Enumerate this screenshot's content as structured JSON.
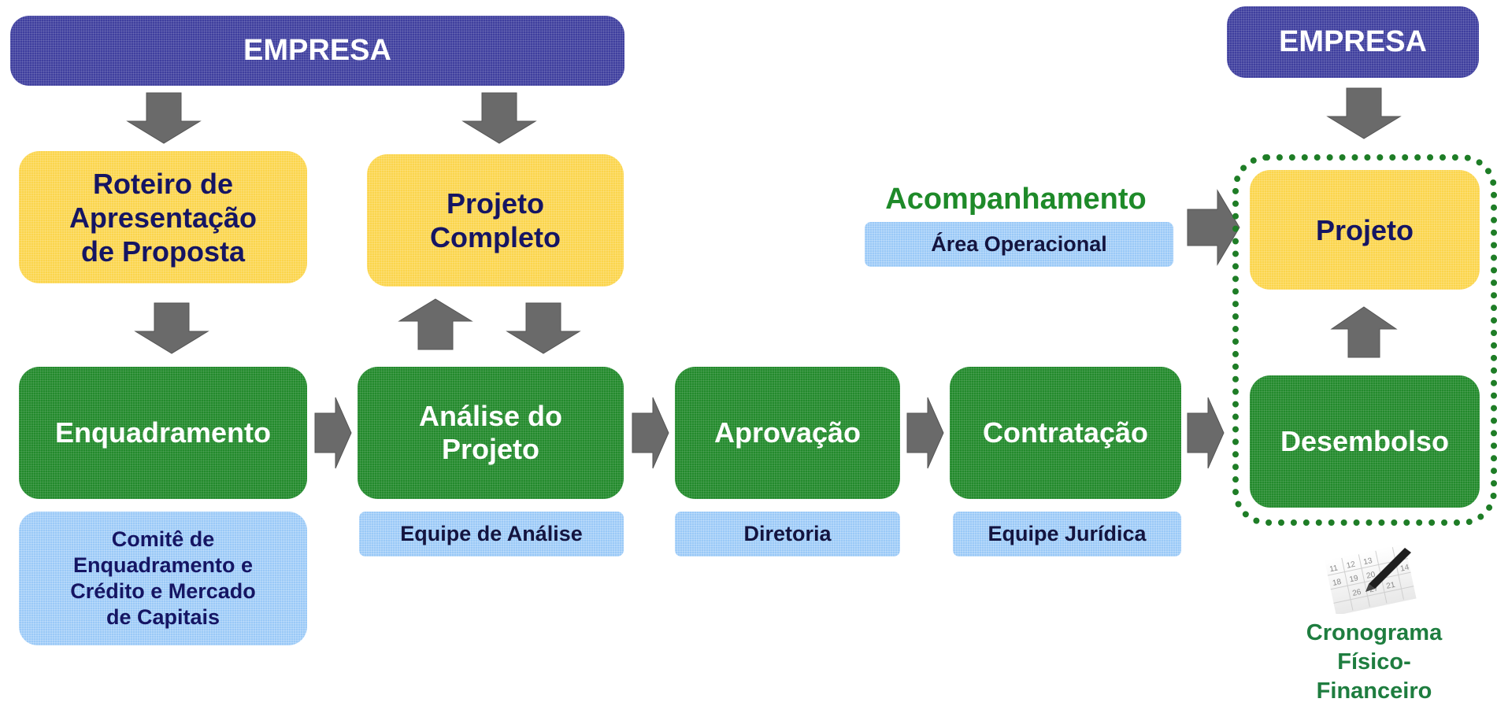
{
  "top_left": {
    "empresa": "EMPRESA"
  },
  "top_right": {
    "empresa": "EMPRESA"
  },
  "yellow": {
    "roteiro": "Roteiro de\nApresentação\nde Proposta",
    "projeto_completo": "Projeto\nCompleto",
    "projeto": "Projeto"
  },
  "acompanhamento": {
    "title": "Acompanhamento",
    "area": "Área Operacional"
  },
  "stages": {
    "enquadramento": "Enquadramento",
    "analise": "Análise do\nProjeto",
    "aprovacao": "Aprovação",
    "contratacao": "Contratação",
    "desembolso": "Desembolso"
  },
  "responsibles": {
    "comite": "Comitê de\nEnquadramento e\nCrédito e Mercado\nde Capitais",
    "equipe_analise": "Equipe de Análise",
    "diretoria": "Diretoria",
    "equipe_juridica": "Equipe Jurídica"
  },
  "cronograma": "Cronograma\nFísico-\nFinanceiro",
  "colors": {
    "navy": "#3f3f9e",
    "yellow": "#fbd54c",
    "green": "#238a2c",
    "blue": "#9ac9f7",
    "arrow": "#6a6a6a",
    "dotted_border": "#1e7d26"
  }
}
